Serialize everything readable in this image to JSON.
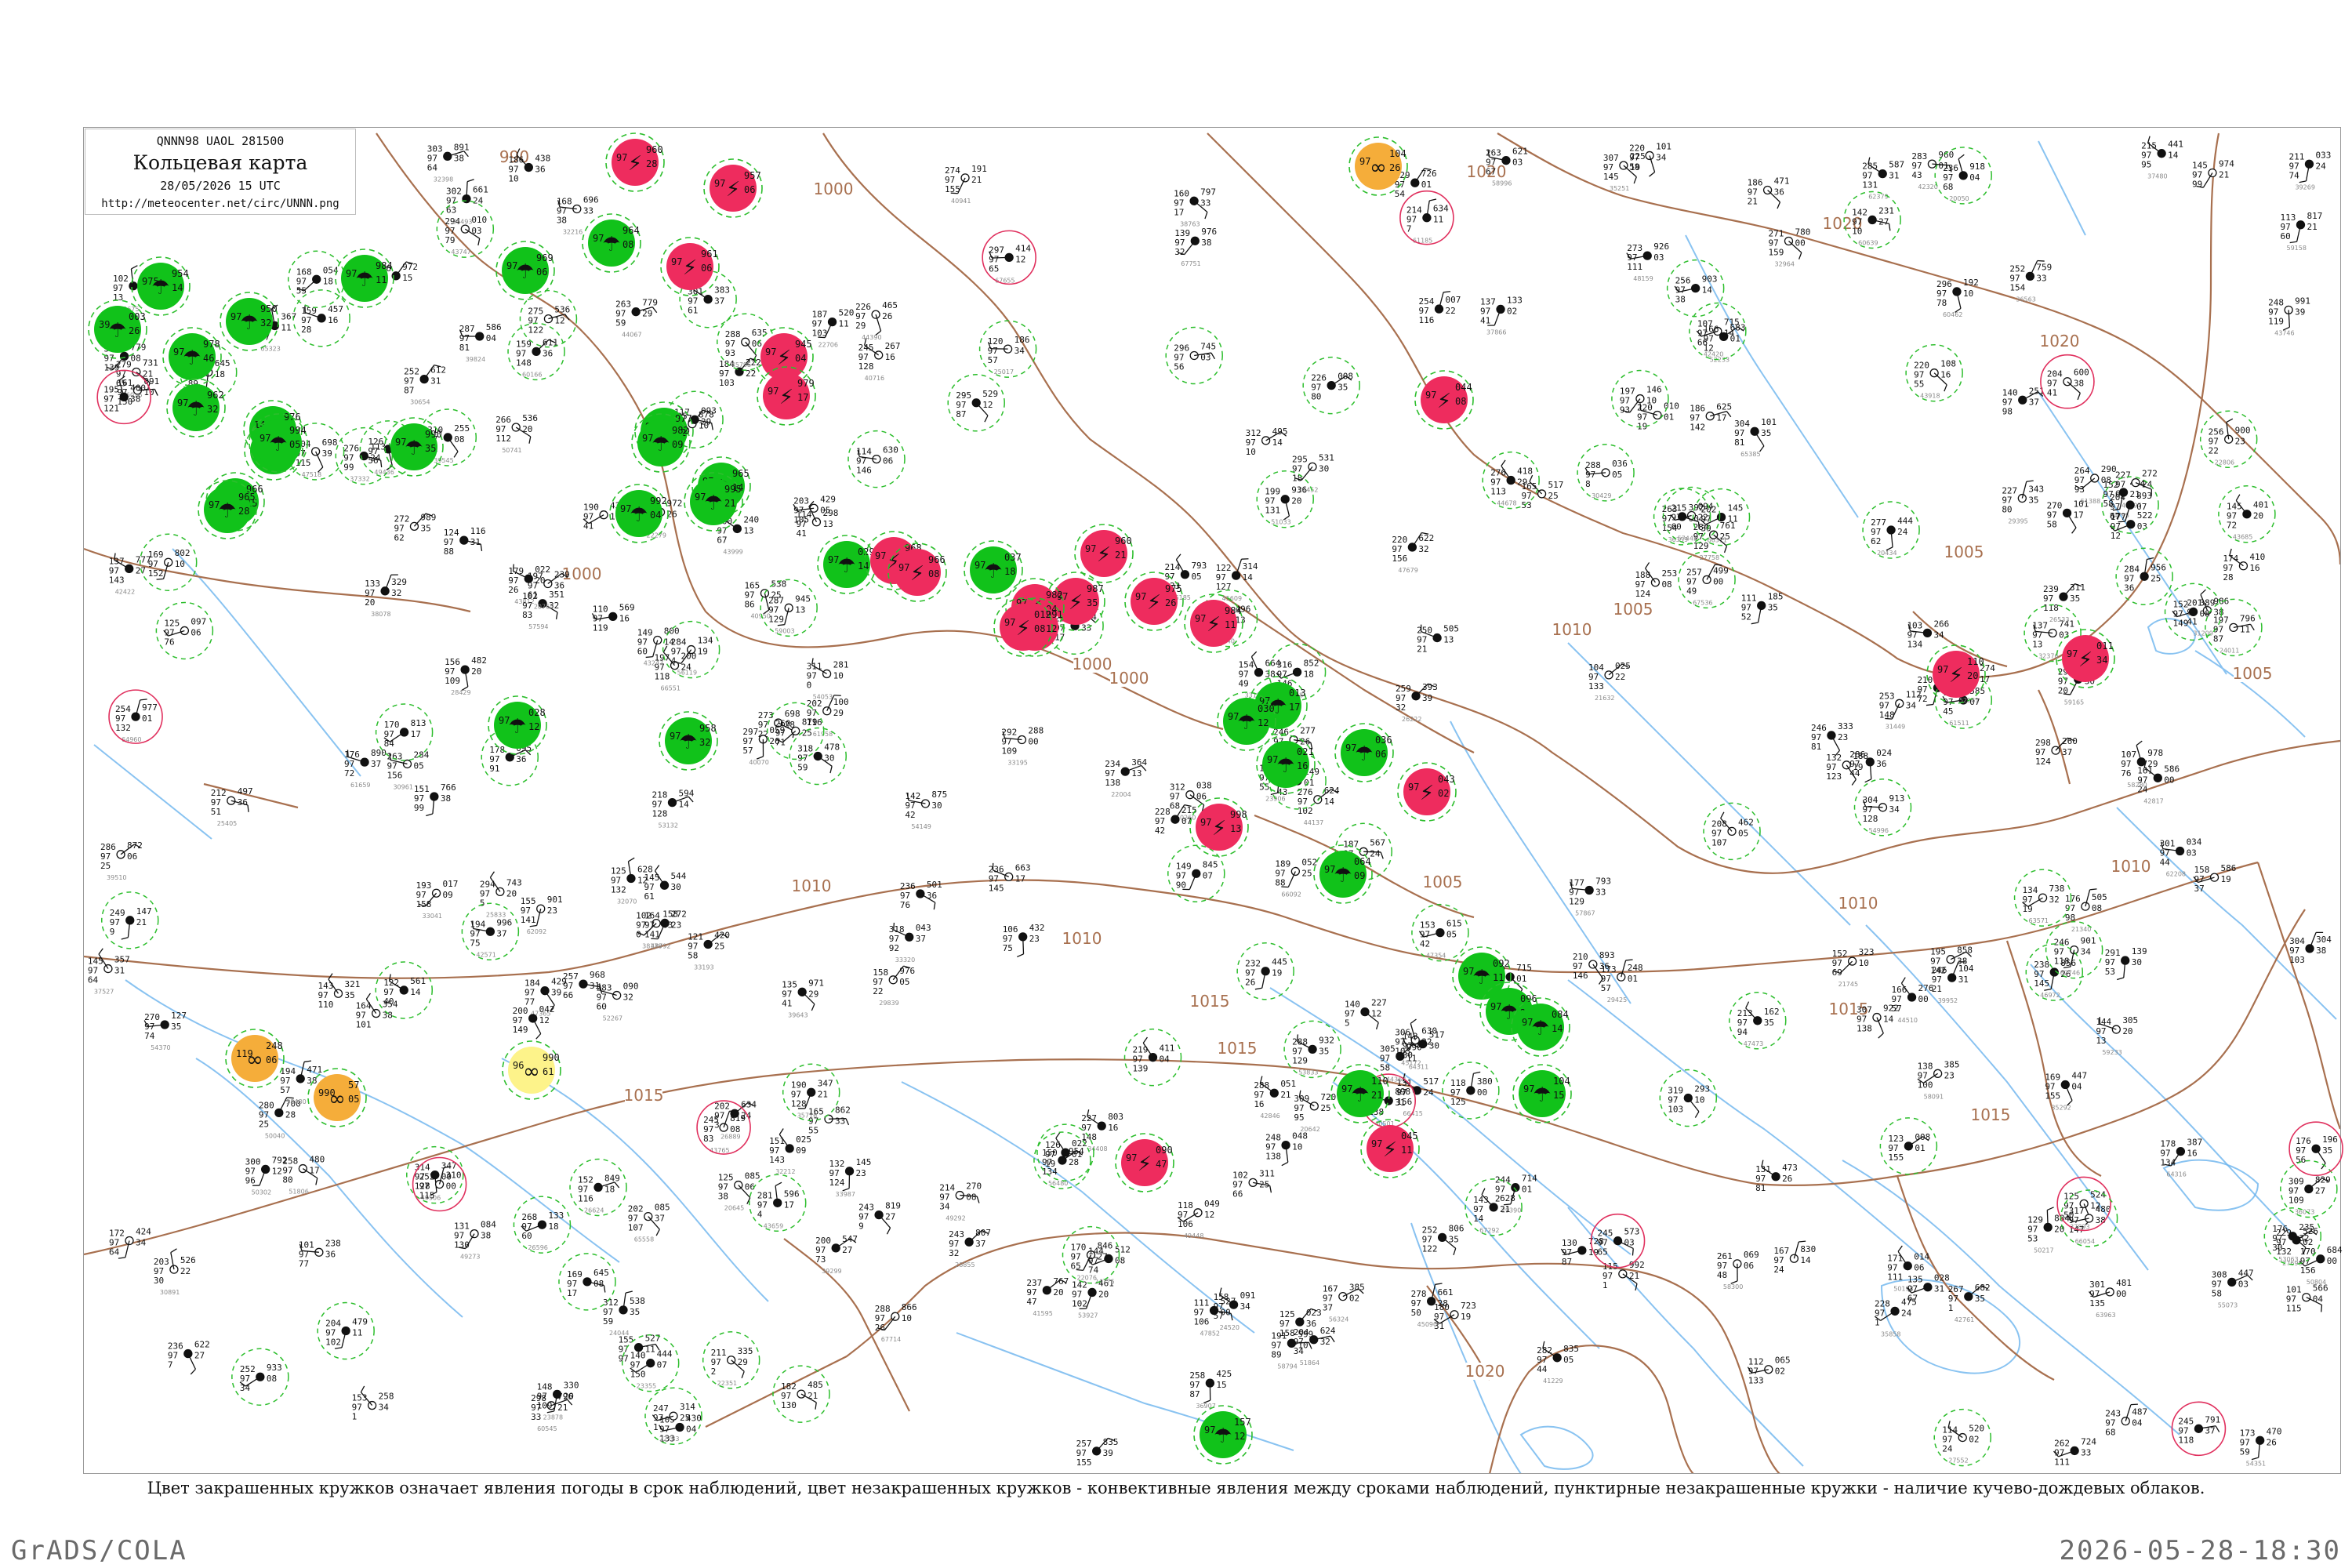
{
  "header": {
    "code_line": "QNNN98  UAOL  281500",
    "title": "Кольцевая карта",
    "datetime": "28/05/2026 15 UTC",
    "url": "http://meteocenter.net/circ/UNNN.png"
  },
  "caption": "Цвет закрашенных кружков означает явления погоды в срок наблюдений, цвет незакрашенных кружков - конвективные явления между сроками наблюдений, пунктирные незакрашенные кружки - наличие кучево-дождевых облаков.",
  "footer": {
    "left": "GrADS/COLA",
    "right": "2026-05-28-18:30"
  },
  "colors": {
    "green": "#11c21a",
    "red": "#ee2c5e",
    "orange": "#f5ad3a",
    "yellow": "#fdf38a",
    "isobar": "#a8704f",
    "river": "#5aa6e8",
    "dashed_ring": "#2dbe2d",
    "red_ring": "#e0305e"
  },
  "isobar_labels": [
    "990",
    "1000",
    "1000",
    "1000",
    "1000",
    "1005",
    "1005",
    "1005",
    "1005",
    "1010",
    "1010",
    "1010",
    "1010",
    "1010",
    "1015",
    "1015",
    "1015",
    "1015",
    "1015",
    "1020",
    "1020",
    "1020",
    "1020"
  ],
  "weather_symbols": {
    "green": "rain",
    "red": "thunderstorm",
    "orange": "dust / haze",
    "yellow": "drizzle / light precipitation"
  },
  "stations": [
    {
      "kind": "green",
      "v": [
        "954",
        "975",
        "14"
      ]
    },
    {
      "kind": "green",
      "v": [
        "003",
        "39",
        "26"
      ]
    },
    {
      "kind": "green",
      "v": [
        "978",
        "97",
        "46"
      ]
    },
    {
      "kind": "green",
      "v": [
        "962",
        "97",
        "32"
      ]
    },
    {
      "kind": "green",
      "v": [
        "976",
        "14",
        "56"
      ]
    },
    {
      "kind": "green",
      "v": [
        "950",
        "97",
        "32"
      ]
    },
    {
      "kind": "green",
      "v": [
        "952",
        "72",
        "19"
      ]
    },
    {
      "kind": "green",
      "v": [
        "966",
        "97",
        "15"
      ]
    },
    {
      "kind": "green",
      "v": [
        "965",
        "97",
        "28"
      ]
    },
    {
      "kind": "green",
      "v": [
        "990",
        "97",
        "35"
      ]
    },
    {
      "kind": "green",
      "v": [
        "994",
        "97",
        "05"
      ]
    },
    {
      "kind": "green",
      "v": [
        "984",
        "97",
        "11"
      ]
    },
    {
      "kind": "green",
      "v": [
        "969",
        "97",
        "06"
      ]
    },
    {
      "kind": "green",
      "v": [
        "964",
        "97",
        "08"
      ]
    },
    {
      "kind": "green",
      "v": [
        "028",
        "97",
        "12"
      ]
    },
    {
      "kind": "green",
      "v": [
        "958",
        "97",
        "32"
      ]
    },
    {
      "kind": "green",
      "v": [
        "992",
        "97",
        "04"
      ]
    },
    {
      "kind": "green",
      "v": [
        "965",
        "97",
        "14"
      ]
    },
    {
      "kind": "green",
      "v": [
        "995",
        "97",
        "21"
      ]
    },
    {
      "kind": "green",
      "v": [
        "977",
        "97",
        "12"
      ]
    },
    {
      "kind": "green",
      "v": [
        "982",
        "97",
        "09"
      ]
    },
    {
      "kind": "green",
      "v": [
        "037",
        "97",
        "18"
      ]
    },
    {
      "kind": "green",
      "v": [
        "029",
        "97",
        "14"
      ]
    },
    {
      "kind": "green",
      "v": [
        "013",
        "97",
        "17"
      ]
    },
    {
      "kind": "green",
      "v": [
        "030",
        "97",
        "12"
      ]
    },
    {
      "kind": "green",
      "v": [
        "021",
        "97",
        "16"
      ]
    },
    {
      "kind": "green",
      "v": [
        "036",
        "97",
        "06"
      ]
    },
    {
      "kind": "green",
      "v": [
        "064",
        "97",
        "09"
      ]
    },
    {
      "kind": "green",
      "v": [
        "092",
        "97",
        "11"
      ]
    },
    {
      "kind": "green",
      "v": [
        "096",
        "97",
        "24"
      ]
    },
    {
      "kind": "green",
      "v": [
        "084",
        "97",
        "14"
      ]
    },
    {
      "kind": "green",
      "v": [
        "104",
        "97",
        "15"
      ]
    },
    {
      "kind": "green",
      "v": [
        "110",
        "97",
        "21"
      ]
    },
    {
      "kind": "green",
      "v": [
        "157",
        "97",
        "12"
      ]
    },
    {
      "kind": "red",
      "v": [
        "960",
        "97",
        "28"
      ]
    },
    {
      "kind": "red",
      "v": [
        "957",
        "97",
        "06"
      ]
    },
    {
      "kind": "red",
      "v": [
        "961",
        "97",
        "06"
      ]
    },
    {
      "kind": "red",
      "v": [
        "945",
        "97",
        "04"
      ]
    },
    {
      "kind": "red",
      "v": [
        "979",
        "97",
        "17"
      ]
    },
    {
      "kind": "red",
      "v": [
        "968",
        "97",
        "09"
      ]
    },
    {
      "kind": "red",
      "v": [
        "966",
        "97",
        "08"
      ]
    },
    {
      "kind": "red",
      "v": [
        "960",
        "97",
        "21"
      ]
    },
    {
      "kind": "red",
      "v": [
        "987",
        "97",
        "35"
      ]
    },
    {
      "kind": "red",
      "v": [
        "975",
        "97",
        "26"
      ]
    },
    {
      "kind": "red",
      "v": [
        "982",
        "97",
        "04"
      ]
    },
    {
      "kind": "red",
      "v": [
        "984",
        "97",
        "11"
      ]
    },
    {
      "kind": "red",
      "v": [
        "998",
        "97",
        "13"
      ]
    },
    {
      "kind": "red",
      "v": [
        "991",
        "97",
        "12"
      ]
    },
    {
      "kind": "red",
      "v": [
        "012",
        "97",
        "08"
      ]
    },
    {
      "kind": "red",
      "v": [
        "043",
        "97",
        "02"
      ]
    },
    {
      "kind": "red",
      "v": [
        "044",
        "97",
        "08"
      ]
    },
    {
      "kind": "red",
      "v": [
        "110",
        "97",
        "20"
      ]
    },
    {
      "kind": "red",
      "v": [
        "011",
        "97",
        "34"
      ]
    },
    {
      "kind": "red",
      "v": [
        "045",
        "97",
        "11"
      ]
    },
    {
      "kind": "red",
      "v": [
        "090",
        "97",
        "47"
      ]
    },
    {
      "kind": "orange",
      "v": [
        "57",
        "990",
        "05"
      ]
    },
    {
      "kind": "orange",
      "v": [
        "104",
        "97",
        "26"
      ]
    },
    {
      "kind": "orange",
      "v": [
        "248",
        "119",
        "06"
      ]
    },
    {
      "kind": "yellow",
      "v": [
        "990",
        "96",
        "61"
      ]
    }
  ]
}
